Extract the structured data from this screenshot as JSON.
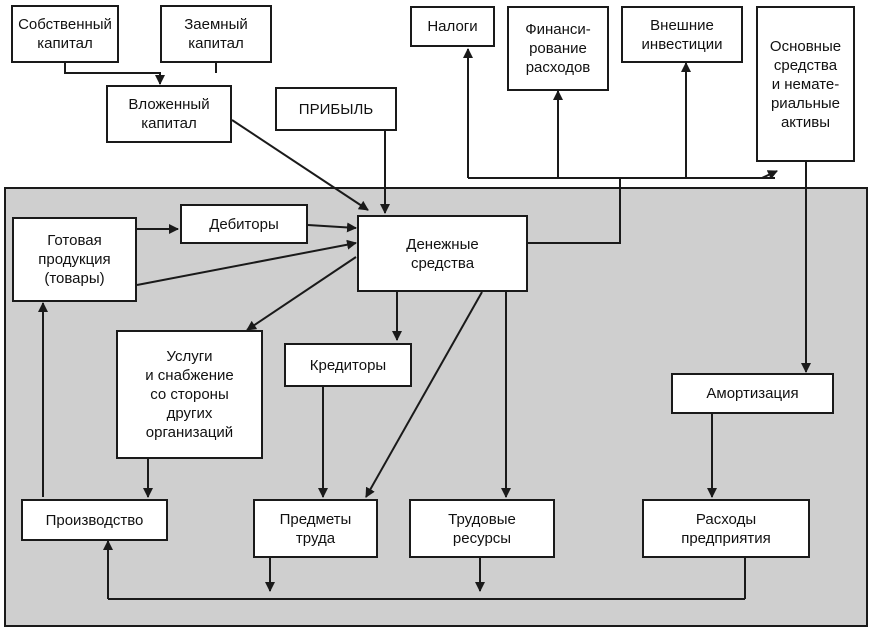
{
  "diagram": {
    "nodes": {
      "own_capital": "Собственный\nкапитал",
      "borrowed_capital": "Заемный\nкапитал",
      "invested_capital": "Вложенный\nкапитал",
      "profit": "ПРИБЫЛЬ",
      "taxes": "Налоги",
      "expense_financing": "Финанси-\nрование\nрасходов",
      "external_investments": "Внешние\nинвестиции",
      "fixed_assets": "Основные\nсредства\nи немате-\nриальные\nактивы",
      "finished_goods": "Готовая\nпродукция\n(товары)",
      "debtors": "Дебиторы",
      "cash": "Денежные\nсредства",
      "services": "Услуги\nи снабжение\nсо стороны\nдругих\nорганизаций",
      "creditors": "Кредиторы",
      "depreciation": "Амортизация",
      "production": "Производство",
      "objects_of_labor": "Предметы\nтруда",
      "labor_resources": "Трудовые\nресурсы",
      "enterprise_expenses": "Расходы\nпредприятия"
    }
  }
}
